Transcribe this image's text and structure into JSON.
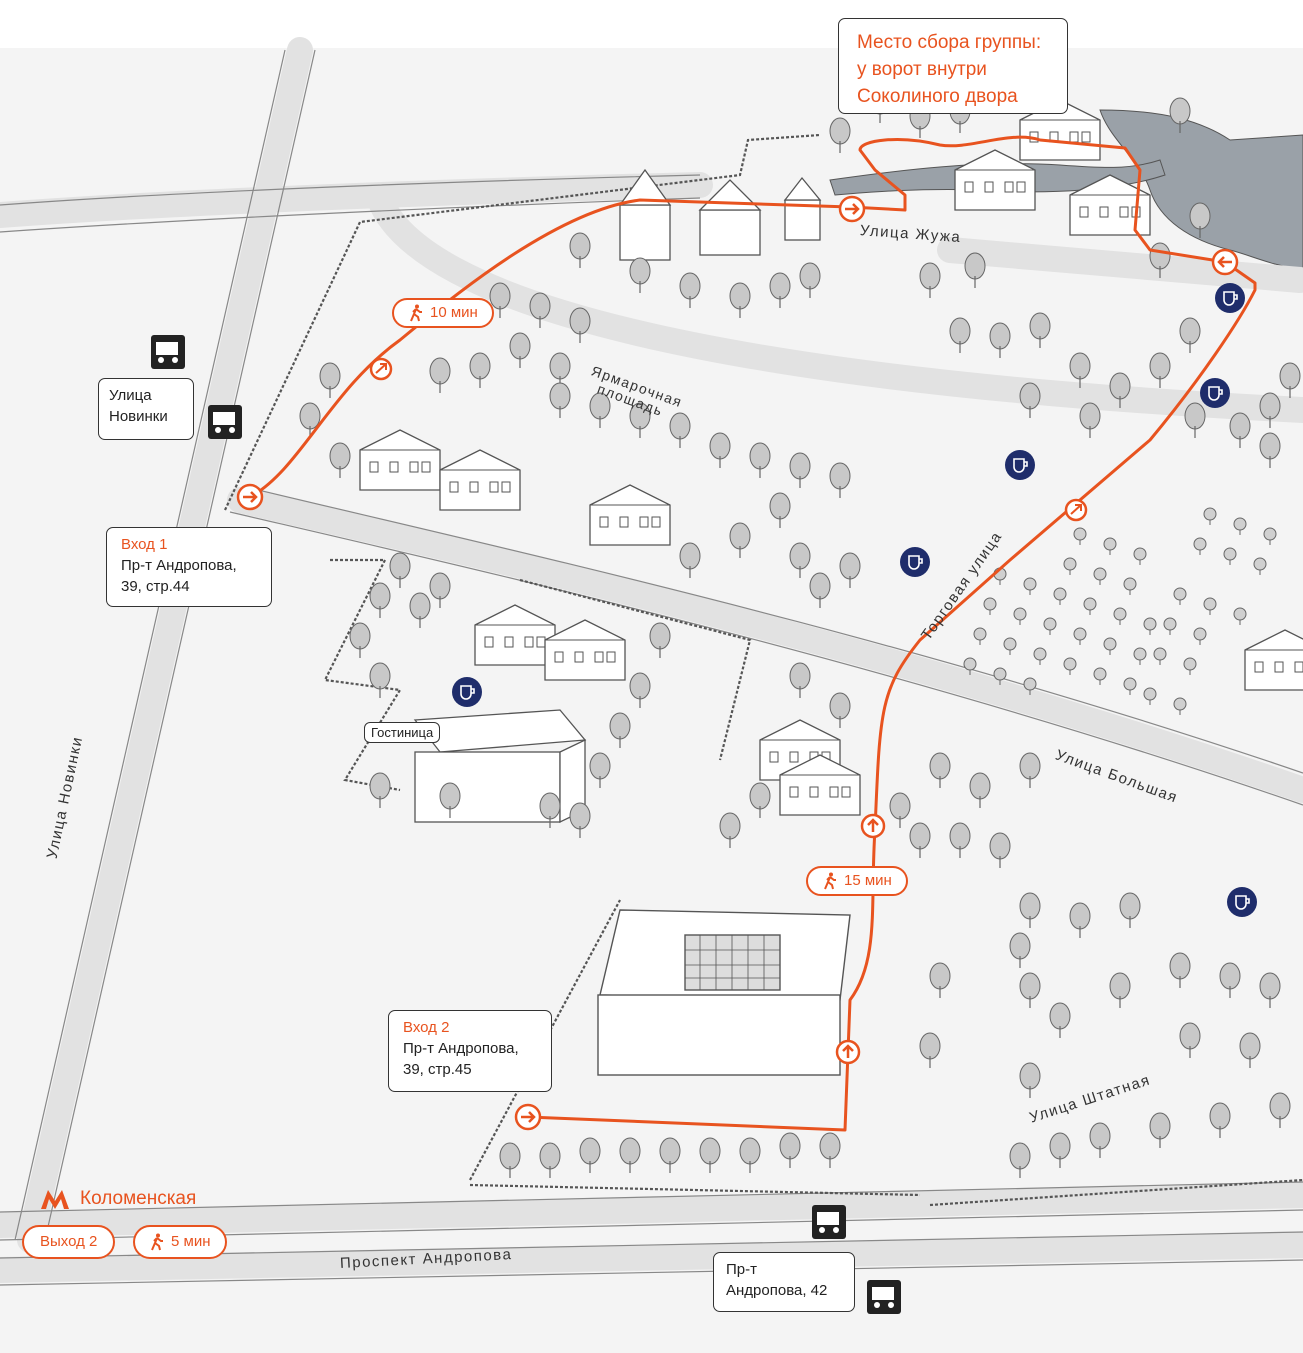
{
  "meeting_point": {
    "lines": [
      "Место сбора группы:",
      "у ворот внутри",
      "Соколиного двора"
    ]
  },
  "bus_stops": [
    {
      "label_lines": [
        "Улица",
        "Новинки"
      ]
    },
    {
      "label_lines": [
        "Пр-т",
        "Андропова, 42"
      ]
    }
  ],
  "entrances": [
    {
      "name": "Вход 1",
      "address_lines": [
        "Пр-т Андропова,",
        "39, стр.44"
      ]
    },
    {
      "name": "Вход 2",
      "address_lines": [
        "Пр-т Андропова,",
        "39, стр.45"
      ]
    }
  ],
  "walk_times": {
    "route_top": "10 мин",
    "route_bottom": "15 мин",
    "metro": "5 мин"
  },
  "metro": {
    "station": "Коломенская",
    "exit": "Выход 2"
  },
  "streets": {
    "novinki": "Улица Новинки",
    "zhuzha": "Улица Жужа",
    "market_square_line1": "Ярмарочная",
    "market_square_line2": "площадь",
    "torgovaya": "Торговая улица",
    "bolshaya": "Улица Большая",
    "shtatnaya": "Улица Штатная",
    "andropova": "Проспект Андропова"
  },
  "hotel_label": "Гостиница",
  "icons": [
    "bus-icon",
    "cafe-icon",
    "walking-person-icon",
    "metro-logo-icon",
    "direction-arrow-icon"
  ],
  "colors": {
    "route": "#e8531f",
    "cafe": "#1f2d6b",
    "water": "#9aa1a8",
    "road": "#e7e7e7",
    "line": "#555555"
  }
}
